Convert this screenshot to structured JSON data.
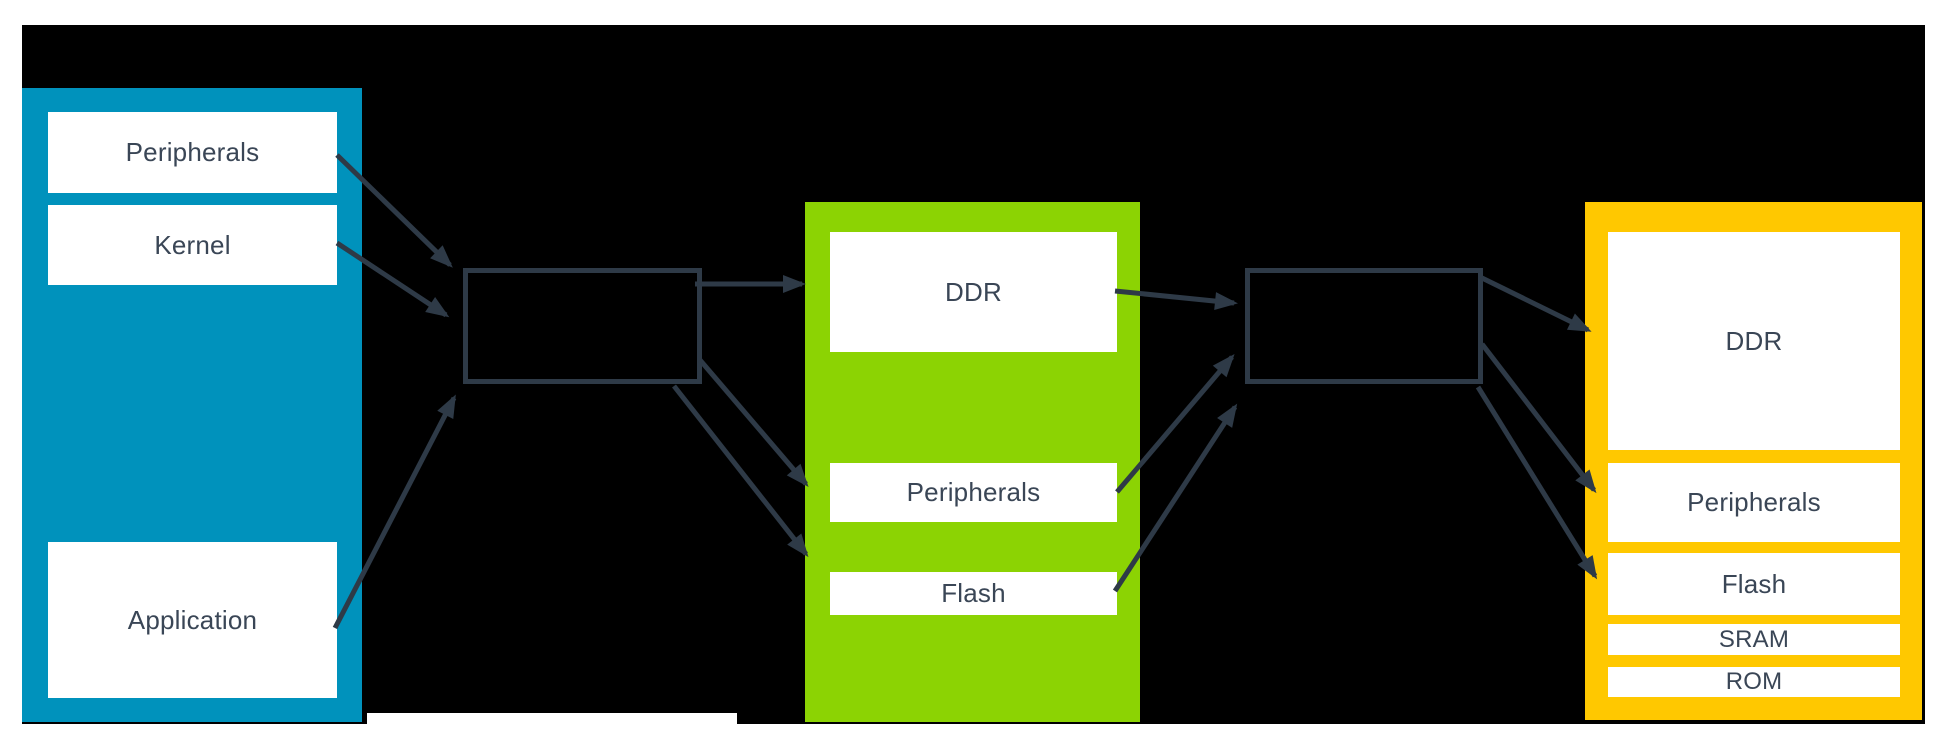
{
  "diagram": {
    "regions": {
      "blue": {
        "items": [
          "Peripherals",
          "Kernel",
          "Application"
        ]
      },
      "green": {
        "items": [
          "DDR",
          "Peripherals",
          "Flash"
        ]
      },
      "yellow": {
        "items": [
          "DDR",
          "Peripherals",
          "Flash",
          "SRAM",
          "ROM"
        ]
      }
    },
    "colors": {
      "background": "#000000",
      "blue_region": "#0092BC",
      "green_region": "#8CD303",
      "yellow_region": "#FFC800",
      "connector": "#2E3A47",
      "label_text": "#3A4656",
      "box_fill": "#FFFFFF"
    },
    "connections": [
      {
        "from": "blue.Peripherals",
        "to": "translation-box-1"
      },
      {
        "from": "blue.Kernel",
        "to": "translation-box-1"
      },
      {
        "from": "blue.Application",
        "to": "translation-box-1"
      },
      {
        "from": "translation-box-1",
        "to": "green.DDR"
      },
      {
        "from": "translation-box-1",
        "to": "green.Peripherals"
      },
      {
        "from": "translation-box-1",
        "to": "green.Flash"
      },
      {
        "from": "green.DDR",
        "to": "translation-box-2"
      },
      {
        "from": "green.Peripherals",
        "to": "translation-box-2"
      },
      {
        "from": "green.Flash",
        "to": "translation-box-2"
      },
      {
        "from": "translation-box-2",
        "to": "yellow.DDR"
      },
      {
        "from": "translation-box-2",
        "to": "yellow.Peripherals"
      },
      {
        "from": "translation-box-2",
        "to": "yellow.Flash"
      }
    ]
  }
}
